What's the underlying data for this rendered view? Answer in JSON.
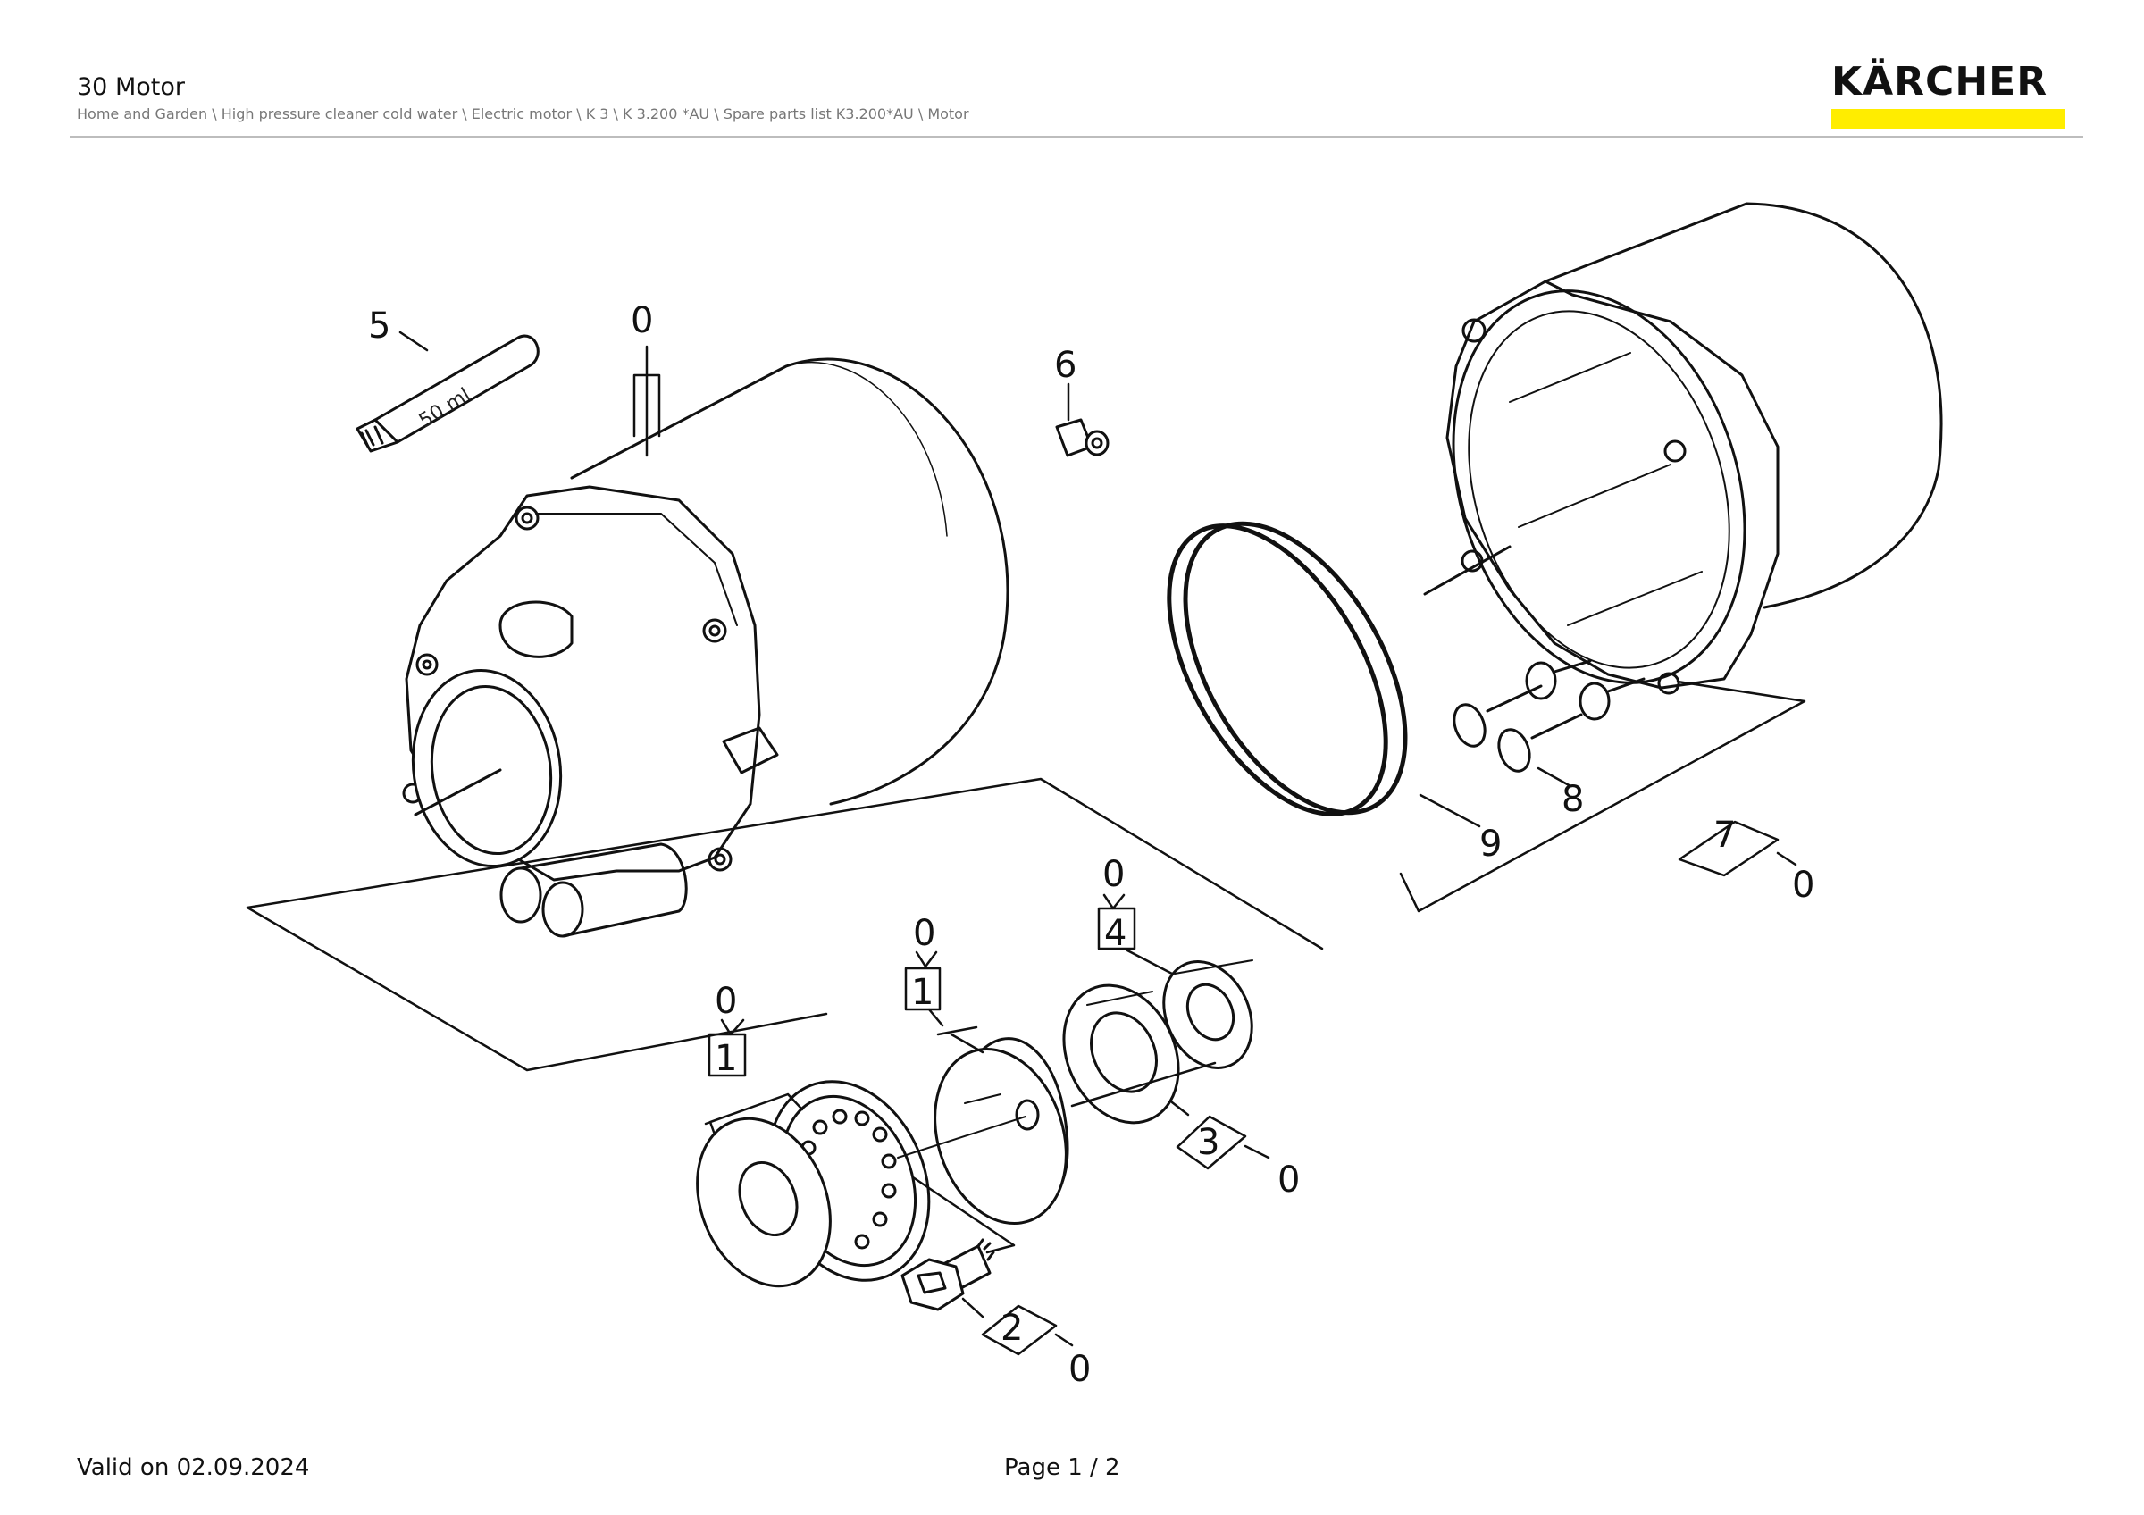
{
  "header": {
    "title": "30 Motor",
    "breadcrumb": "Home and Garden \\ High pressure cleaner cold water \\ Electric motor \\ K 3 \\ K 3.200 *AU \\ Spare parts list K3.200*AU \\ Motor",
    "logo_text": "KÄRCHER",
    "brand_yellow": "#ffed00"
  },
  "drawing": {
    "tube_label": "50 ml",
    "callouts": {
      "item5": "5",
      "motor_zero": "0",
      "item6": "6",
      "item8": "8",
      "item9": "9",
      "item7": "7",
      "item7_zero": "0",
      "item4_zero": "0",
      "item4": "4",
      "kit1b_zero": "0",
      "kit1b": "1",
      "kit1a_zero": "0",
      "kit1a": "1",
      "item3": "3",
      "item3_zero": "0",
      "item2": "2",
      "item2_zero": "0"
    }
  },
  "footer": {
    "valid_on": "Valid on 02.09.2024",
    "page": "Page 1 / 2"
  }
}
